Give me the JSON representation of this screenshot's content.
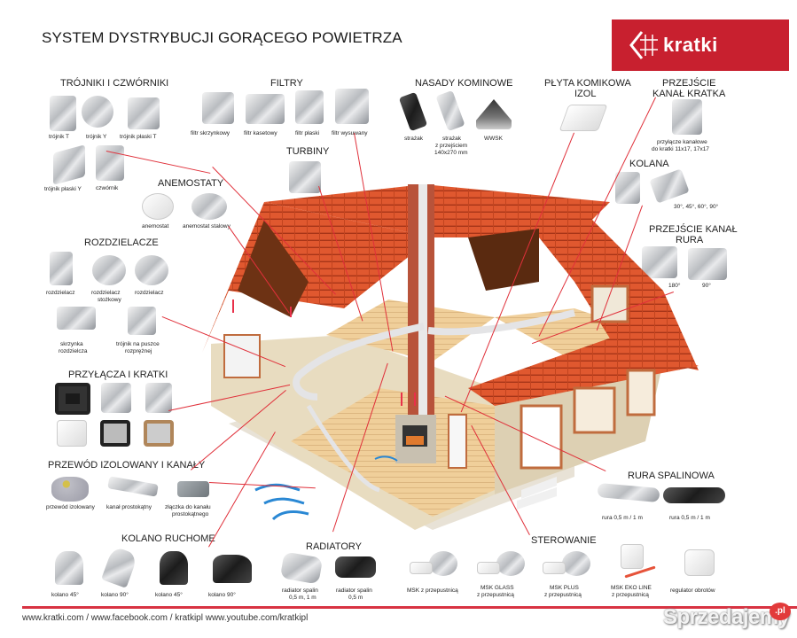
{
  "header": {
    "title": "SYSTEM DYSTRYBUCJI GORĄCEGO POWIETRZA",
    "logo_text": "kratki",
    "logo_color": "#c8202f"
  },
  "sections": {
    "trojniki": {
      "heading": "TRÓJNIKI I CZWÓRNIKI",
      "items": [
        "trójnik T",
        "trójnik Y",
        "trójnik płaski T",
        "trójnik płaski Y",
        "czwórnik"
      ]
    },
    "filtry": {
      "heading": "FILTRY",
      "items": [
        "filtr skrzynkowy",
        "filtr kasetowy",
        "filtr płaski",
        "filtr wysuwany"
      ]
    },
    "turbiny": {
      "heading": "TURBINY"
    },
    "nasady": {
      "heading": "NASADY KOMINOWE",
      "items": [
        "strażak",
        "strażak z przejściem 140x270 mm",
        "WWSK"
      ],
      "items_lines": [
        [
          "strażak"
        ],
        [
          "strażak",
          "z przejściem",
          "140x270 mm"
        ],
        [
          "WWSK"
        ]
      ]
    },
    "plyta": {
      "heading_line1": "PŁYTA KOMIKOWA",
      "heading_line2": "IZOL"
    },
    "przejscie_kratka": {
      "heading_line1": "PRZEJŚCIE",
      "heading_line2": "KANAŁ KRATKA",
      "caption_line1": "przyłącze kanałowe",
      "caption_line2": "do kratki 11x17, 17x17"
    },
    "kolana": {
      "heading": "KOLANA",
      "caption": "30°, 45°, 60°, 90°"
    },
    "przejscie_rura": {
      "heading_line1": "PRZEJŚCIE KANAŁ",
      "heading_line2": "RURA",
      "items": [
        "180°",
        "90°"
      ]
    },
    "anemostaty": {
      "heading": "ANEMOSTATY",
      "items": [
        "anemostat",
        "anemostat stalowy"
      ]
    },
    "rozdzielacze": {
      "heading": "ROZDZIELACZE",
      "items": [
        "rozdzielacz",
        "rozdzielacz stożkowy",
        "rozdzielacz",
        "skrzynka rozdzielcza",
        "trójnik na puszce rozprężnej"
      ],
      "items_lines": [
        [
          "rozdzielacz"
        ],
        [
          "rozdzielacz",
          "stożkowy"
        ],
        [
          "rozdzielacz"
        ],
        [
          "skrzynka",
          "rozdzielcza"
        ],
        [
          "trójnik na puszce",
          "rozprężnej"
        ]
      ]
    },
    "przylacza": {
      "heading": "PRZYŁĄCZA I KRATKI"
    },
    "przewod": {
      "heading": "PRZEWÓD IZOLOWANY I KANAŁY",
      "items": [
        "przewód izolowany",
        "kanał prostokątny",
        "złączka do kanału prostokątnego"
      ],
      "items_lines": [
        [
          "przewód izolowany"
        ],
        [
          "kanał prostokątny"
        ],
        [
          "złączka do kanału",
          "prostokątnego"
        ]
      ]
    },
    "kolano_ruchome": {
      "heading": "KOLANO RUCHOME",
      "items": [
        "kolano 45°",
        "kolano 90°",
        "kolano 45°",
        "kolano 90°"
      ]
    },
    "radiatory": {
      "heading": "RADIATORY",
      "items_lines": [
        [
          "radiator spalin",
          "0,5 m, 1 m"
        ],
        [
          "radiator spalin",
          "0,5 m"
        ]
      ]
    },
    "rura_spalinowa": {
      "heading": "RURA SPALINOWA",
      "items": [
        "rura 0,5 m / 1 m",
        "rura 0,5 m / 1 m"
      ]
    },
    "sterowanie": {
      "heading": "STEROWANIE",
      "items_lines": [
        [
          "MSK z przepustnicą"
        ],
        [
          "MSK GLASS",
          "z przepustnicą"
        ],
        [
          "MSK PLUS",
          "z przepustnicą"
        ],
        [
          "MSK EKO LINE",
          "z przepustnicą"
        ],
        [
          "regulator obrotów"
        ]
      ]
    }
  },
  "footer": {
    "links": "www.kratki.com / www.facebook.com / kratkipl www.youtube.com/kratkipl",
    "accent_color": "#d83342"
  },
  "watermark": {
    "text": "Sprzedajemy",
    "badge": ".pl"
  }
}
